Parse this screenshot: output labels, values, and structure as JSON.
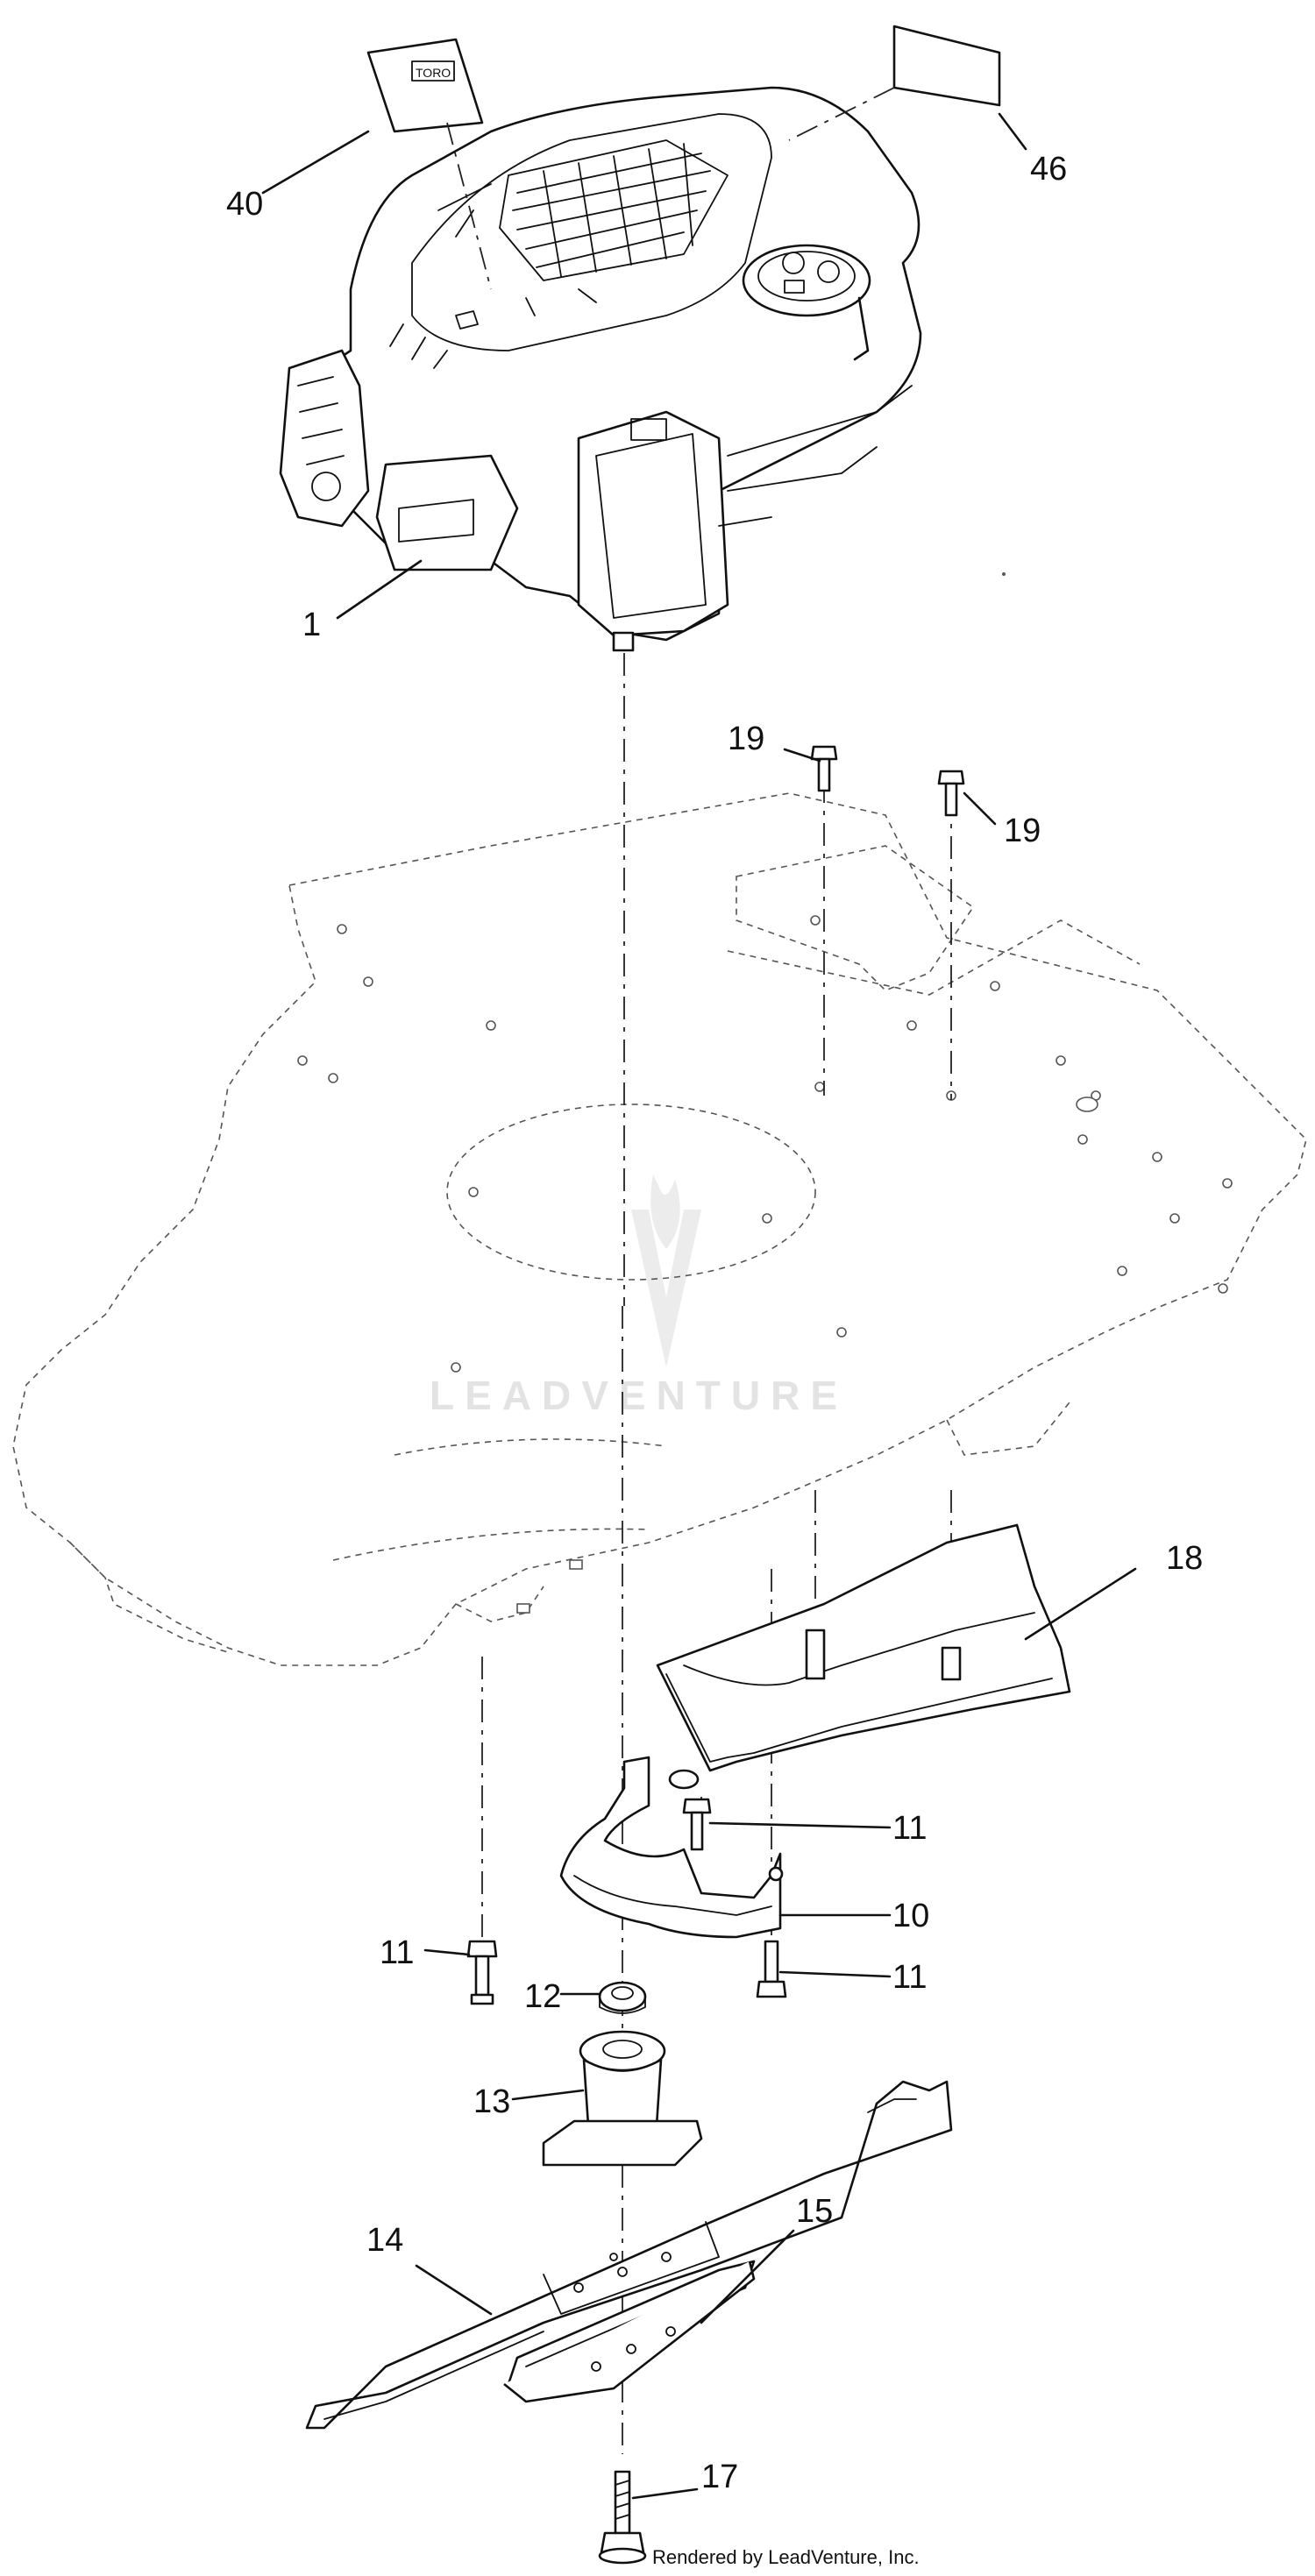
{
  "callouts": {
    "c40": "40",
    "c46": "46",
    "c1": "1",
    "c19a": "19",
    "c19b": "19",
    "c18": "18",
    "c11a": "11",
    "c10": "10",
    "c11b": "11",
    "c11c": "11",
    "c12": "12",
    "c13": "13",
    "c14": "14",
    "c15": "15",
    "c17": "17"
  },
  "watermark": "LEADVENTURE",
  "credit": "Rendered by LeadVenture, Inc."
}
